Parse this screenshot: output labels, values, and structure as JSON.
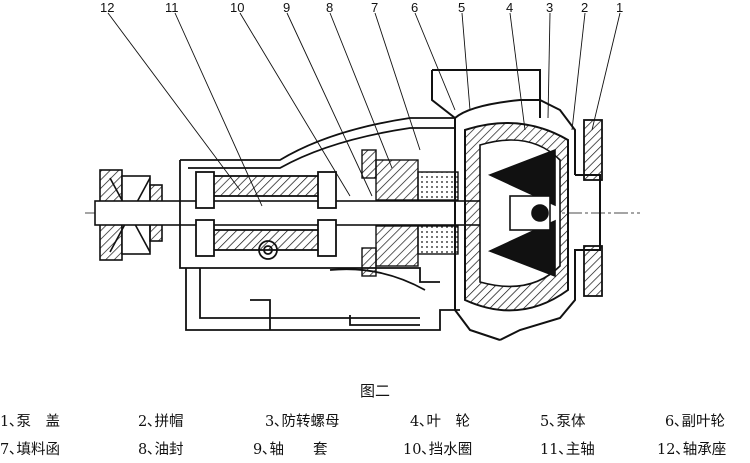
{
  "callouts": [
    "12",
    "11",
    "10",
    "9",
    "8",
    "7",
    "6",
    "5",
    "4",
    "3",
    "2",
    "1"
  ],
  "caption": "图二",
  "legend": {
    "row1": [
      "1､泵　盖",
      "2､拼帽",
      "3､防转螺母",
      "4､叶　轮",
      "5､泵体",
      "6､副叶轮"
    ],
    "row2": [
      "7､填料函",
      "8､油封",
      "9､轴　　套",
      "10､挡水圈",
      "11､主轴",
      "12､轴承座"
    ]
  }
}
